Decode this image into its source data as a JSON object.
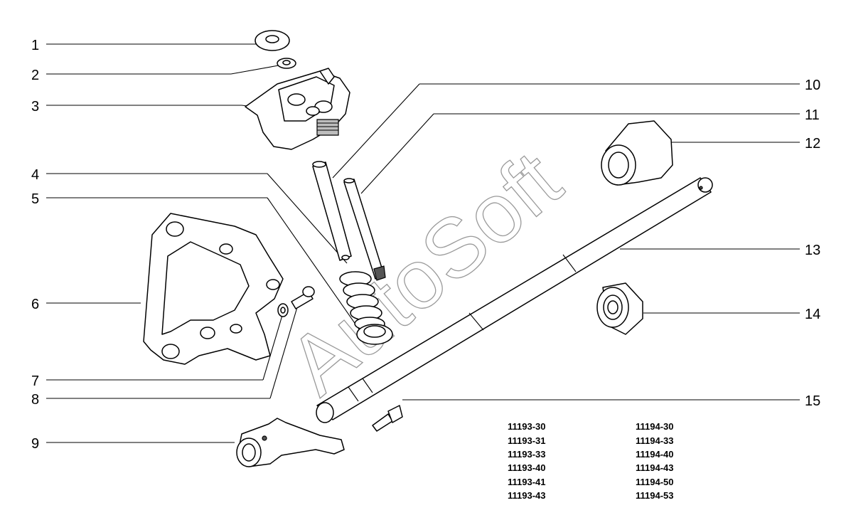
{
  "watermark": "AutoSoft",
  "callouts": {
    "c1": "1",
    "c2": "2",
    "c3": "3",
    "c4": "4",
    "c5": "5",
    "c6": "6",
    "c7": "7",
    "c8": "8",
    "c9": "9",
    "c10": "10",
    "c11": "11",
    "c12": "12",
    "c13": "13",
    "c14": "14",
    "c15": "15"
  },
  "model_codes": {
    "left": [
      "11193-30",
      "11193-31",
      "11193-33",
      "11193-40",
      "11193-41",
      "11193-43"
    ],
    "right": [
      "11194-30",
      "11194-33",
      "11194-40",
      "11194-43",
      "11194-50",
      "11194-53"
    ]
  }
}
